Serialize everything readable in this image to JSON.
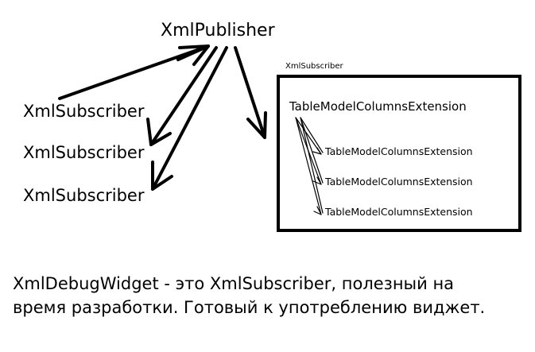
{
  "publisher": {
    "label": "XmlPublisher"
  },
  "subscribers": [
    {
      "label": "XmlSubscriber"
    },
    {
      "label": "XmlSubscriber"
    },
    {
      "label": "XmlSubscriber"
    }
  ],
  "subscriber_box": {
    "title": "XmlSubscriber",
    "root_extension": "TableModelColumnsExtension",
    "child_extensions": [
      {
        "label": "TableModelColumnsExtension"
      },
      {
        "label": "TableModelColumnsExtension"
      },
      {
        "label": "TableModelColumnsExtension"
      }
    ]
  },
  "caption": {
    "line1": "XmlDebugWidget - это XmlSubscriber, полезный на",
    "line2": "время разработки. Готовый к употреблению виджет."
  },
  "colors": {
    "ink": "#000000",
    "background": "#ffffff"
  }
}
